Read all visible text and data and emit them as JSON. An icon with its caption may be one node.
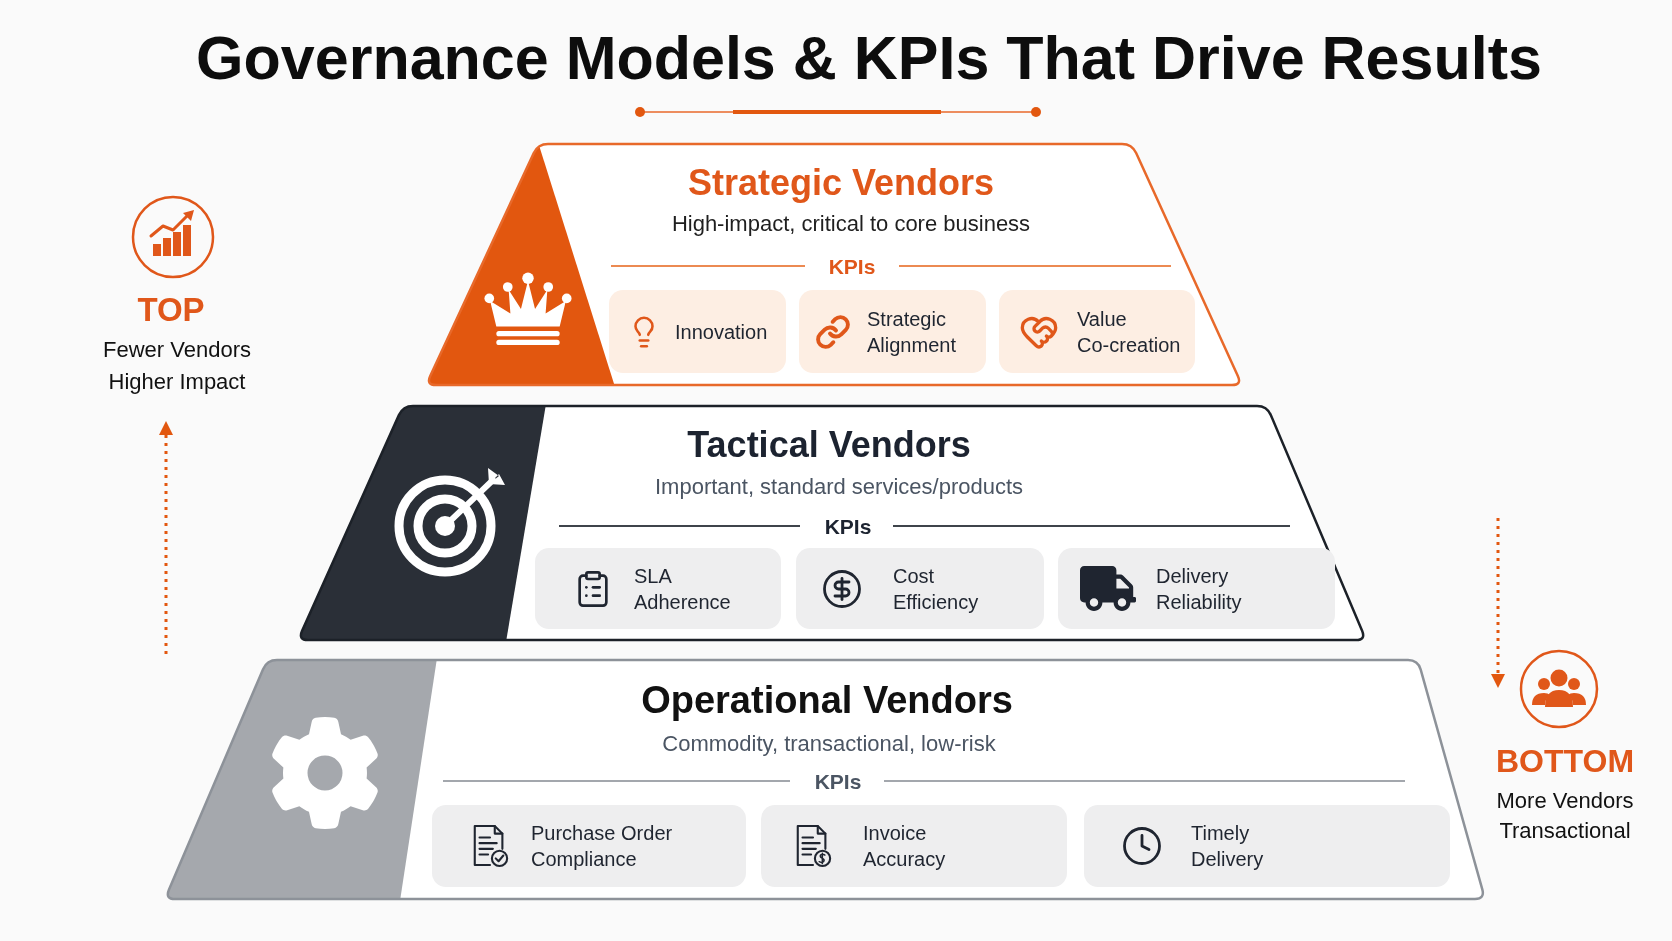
{
  "diagram": {
    "title": "Governance Models & KPIs That Drive Results",
    "nodes": [
      {
        "text": [
          "Strategic Vendors",
          "High-impact, critical to core business",
          "KPIs"
        ]
      },
      {
        "text": [
          "Innovation"
        ],
        "in": 0
      },
      {
        "text": [
          "Strategic Alignment"
        ],
        "in": 0
      },
      {
        "text": [
          "Value Co-creation"
        ],
        "in": 0
      },
      {
        "text": [
          "Tactical Vendors",
          "Important, standard services/products",
          "KPIs"
        ]
      },
      {
        "text": [
          "SLA Adherence"
        ],
        "in": 4
      },
      {
        "text": [
          "Cost Efficiency"
        ],
        "in": 4
      },
      {
        "text": [
          "Delivery Reliability"
        ],
        "in": 4
      },
      {
        "text": [
          "Operational Vendors",
          "Commodity, transactional, low-risk",
          "KPIs"
        ]
      },
      {
        "text": [
          "Purchase Order Compliance"
        ],
        "in": 8
      },
      {
        "text": [
          "Invoice Accuracy"
        ],
        "in": 8
      },
      {
        "text": [
          "Timely Delivery"
        ],
        "in": 8
      }
    ],
    "labels": [
      "TOP",
      "Fewer Vendors",
      "Higher Impact",
      "BOTTOM",
      "More Vendors",
      "Transactional"
    ]
  }
}
